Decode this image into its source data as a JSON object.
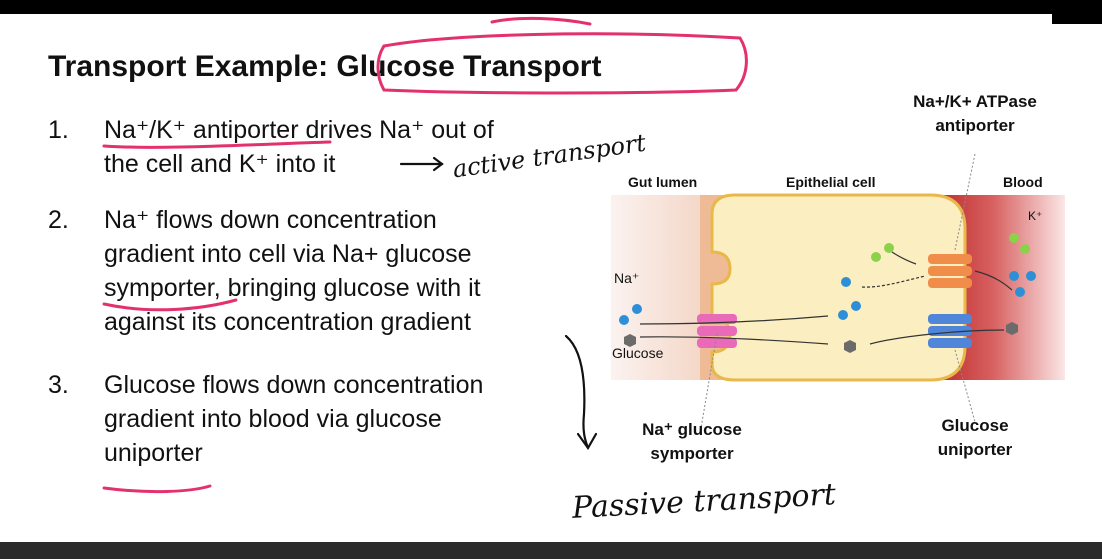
{
  "slide": {
    "title": "Transport Example: Glucose Transport",
    "steps": [
      {
        "num": "1.",
        "line1": "Na⁺/K⁺ antiporter drives Na⁺ out of",
        "line2": "the cell and K⁺ into it"
      },
      {
        "num": "2.",
        "line1": "Na⁺ flows down concentration",
        "line2": "gradient into cell via Na+ glucose",
        "line3": "symporter, bringing glucose with it",
        "line4": "against its concentration gradient"
      },
      {
        "num": "3.",
        "line1": "Glucose flows down concentration",
        "line2": "gradient into blood via glucose",
        "line3": "uniporter"
      }
    ]
  },
  "diagram": {
    "gut_lumen": "Gut lumen",
    "epithelial_cell": "Epithelial cell",
    "blood": "Blood",
    "na_label": "Na⁺",
    "k_label": "K⁺",
    "glucose_label": "Glucose",
    "atpase_line1": "Na+/K+ ATPase",
    "atpase_line2": "antiporter",
    "symporter_line1": "Na⁺ glucose",
    "symporter_line2": "symporter",
    "uniporter_line1": "Glucose",
    "uniporter_line2": "uniporter"
  },
  "annotations": {
    "active": "active transport",
    "passive": "Passive transport"
  },
  "colors": {
    "ink": "#e3316f",
    "cell_fill": "#fbeec0",
    "blood_red": "#b81c1c",
    "sodium": "#2e8fd6",
    "potassium": "#8cd14a",
    "glucose": "#6b6b6b",
    "symporter": "#e86ab8",
    "atpase": "#f08d4a",
    "uniporter": "#4f86d9"
  }
}
